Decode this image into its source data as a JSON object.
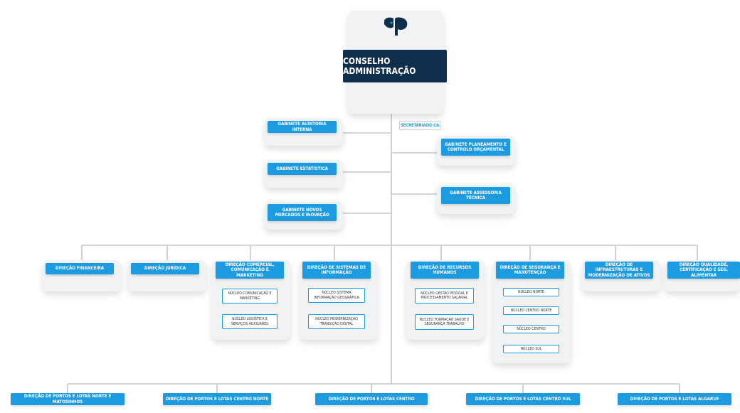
{
  "colors": {
    "accent": "#1d9be0",
    "header": "#0f2e4b",
    "line": "#c4c8cc"
  },
  "logo": {
    "icon": "apdl-logo-icon"
  },
  "board": {
    "title": "CONSELHO ADMINISTRAÇÃO",
    "secretariat": "SECRETARIADO CA"
  },
  "left_offices": [
    "GABINETE AUDITORIA INTERNA",
    "GABINETE ESTATÍSTICA",
    "GABINETE NOVOS MERCADOS E INOVAÇÃO"
  ],
  "right_offices": [
    "GABINETE PLANEAMENTO E CONTROLO ORÇAMENTAL",
    "GABINETE ASSESSORIA TÉCNICA"
  ],
  "directorates": [
    {
      "name": "DIREÇÃO FINANCEIRA",
      "units": []
    },
    {
      "name": "DIREÇÃO JURÍDICA",
      "units": []
    },
    {
      "name": "DIREÇÃO COMERCIAL, COMUNICAÇÃO E MARKETING",
      "units": [
        "NÚCLEO COMUNICAÇÃO E MARKETING",
        "NÚCLEO LOGÍSTICA E SERVIÇOS AUXILIARES"
      ]
    },
    {
      "name": "DIREÇÃO DE SISTEMAS DE INFORMAÇÃO",
      "units": [
        "NÚCLEO SISTEMA INFORMAÇÃO GEOGRÁFICA",
        "NÚCLEO MODERNIZAÇÃO TRANSIÇÃO DIGITAL"
      ]
    },
    {
      "name": "DIREÇÃO DE RECURSOS HUMANOS",
      "units": [
        "NÚCLEO GESTÃO PESSOAL E PROCESSAMENTO SALARIAL",
        "NÚCLEO FORMAÇÃO SAÚDE E SEGURANÇA TRABALHO"
      ]
    },
    {
      "name": "DIREÇÃO DE SEGURANÇA E MANUTENÇÃO",
      "units": [
        "NÚCLEO NORTE",
        "NÚCLEO CENTRO NORTE",
        "NÚCLEO CENTRO",
        "NÚCLEO SUL"
      ]
    },
    {
      "name": "DIREÇÃO DE INFRAESTRUTURAS E MODERNIZAÇÃO DE ATIVOS",
      "units": []
    },
    {
      "name": "DIREÇÃO QUALIDADE, CERTIFICAÇÃO E SEG. ALIMENTAR",
      "units": []
    }
  ],
  "ports": [
    "DIREÇÃO DE PORTOS E LOTAS NORTE E MATOSINHOS",
    "DIREÇÃO DE PORTOS E LOTAS CENTRO NORTE",
    "DIREÇÃO DE PORTOS E LOTAS CENTRO",
    "DIREÇÃO DE PORTOS E LOTAS CENTRO SUL",
    "DIREÇÃO DE PORTOS E LOTAS ALGARVE"
  ]
}
